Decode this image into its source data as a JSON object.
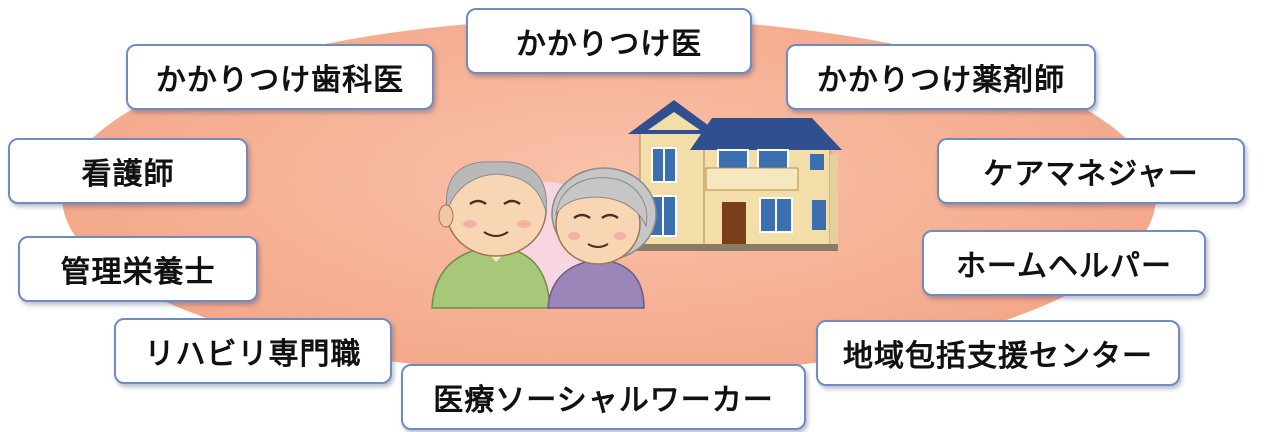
{
  "roles": [
    {
      "id": "family-doctor",
      "label": "かかりつけ医"
    },
    {
      "id": "family-dentist",
      "label": "かかりつけ歯科医"
    },
    {
      "id": "family-pharmacist",
      "label": "かかりつけ薬剤師"
    },
    {
      "id": "nurse",
      "label": "看護師"
    },
    {
      "id": "care-manager",
      "label": "ケアマネジャー"
    },
    {
      "id": "dietitian",
      "label": "管理栄養士"
    },
    {
      "id": "home-helper",
      "label": "ホームヘルパー"
    },
    {
      "id": "rehab-specialist",
      "label": "リハビリ専門職"
    },
    {
      "id": "community-support-center",
      "label": "地域包括支援センター"
    },
    {
      "id": "medical-social-worker",
      "label": "医療ソーシャルワーカー"
    }
  ],
  "colors": {
    "ellipse_fill": "#f4a98b",
    "box_border": "#6f8bc2",
    "box_fill": "#ffffff"
  }
}
